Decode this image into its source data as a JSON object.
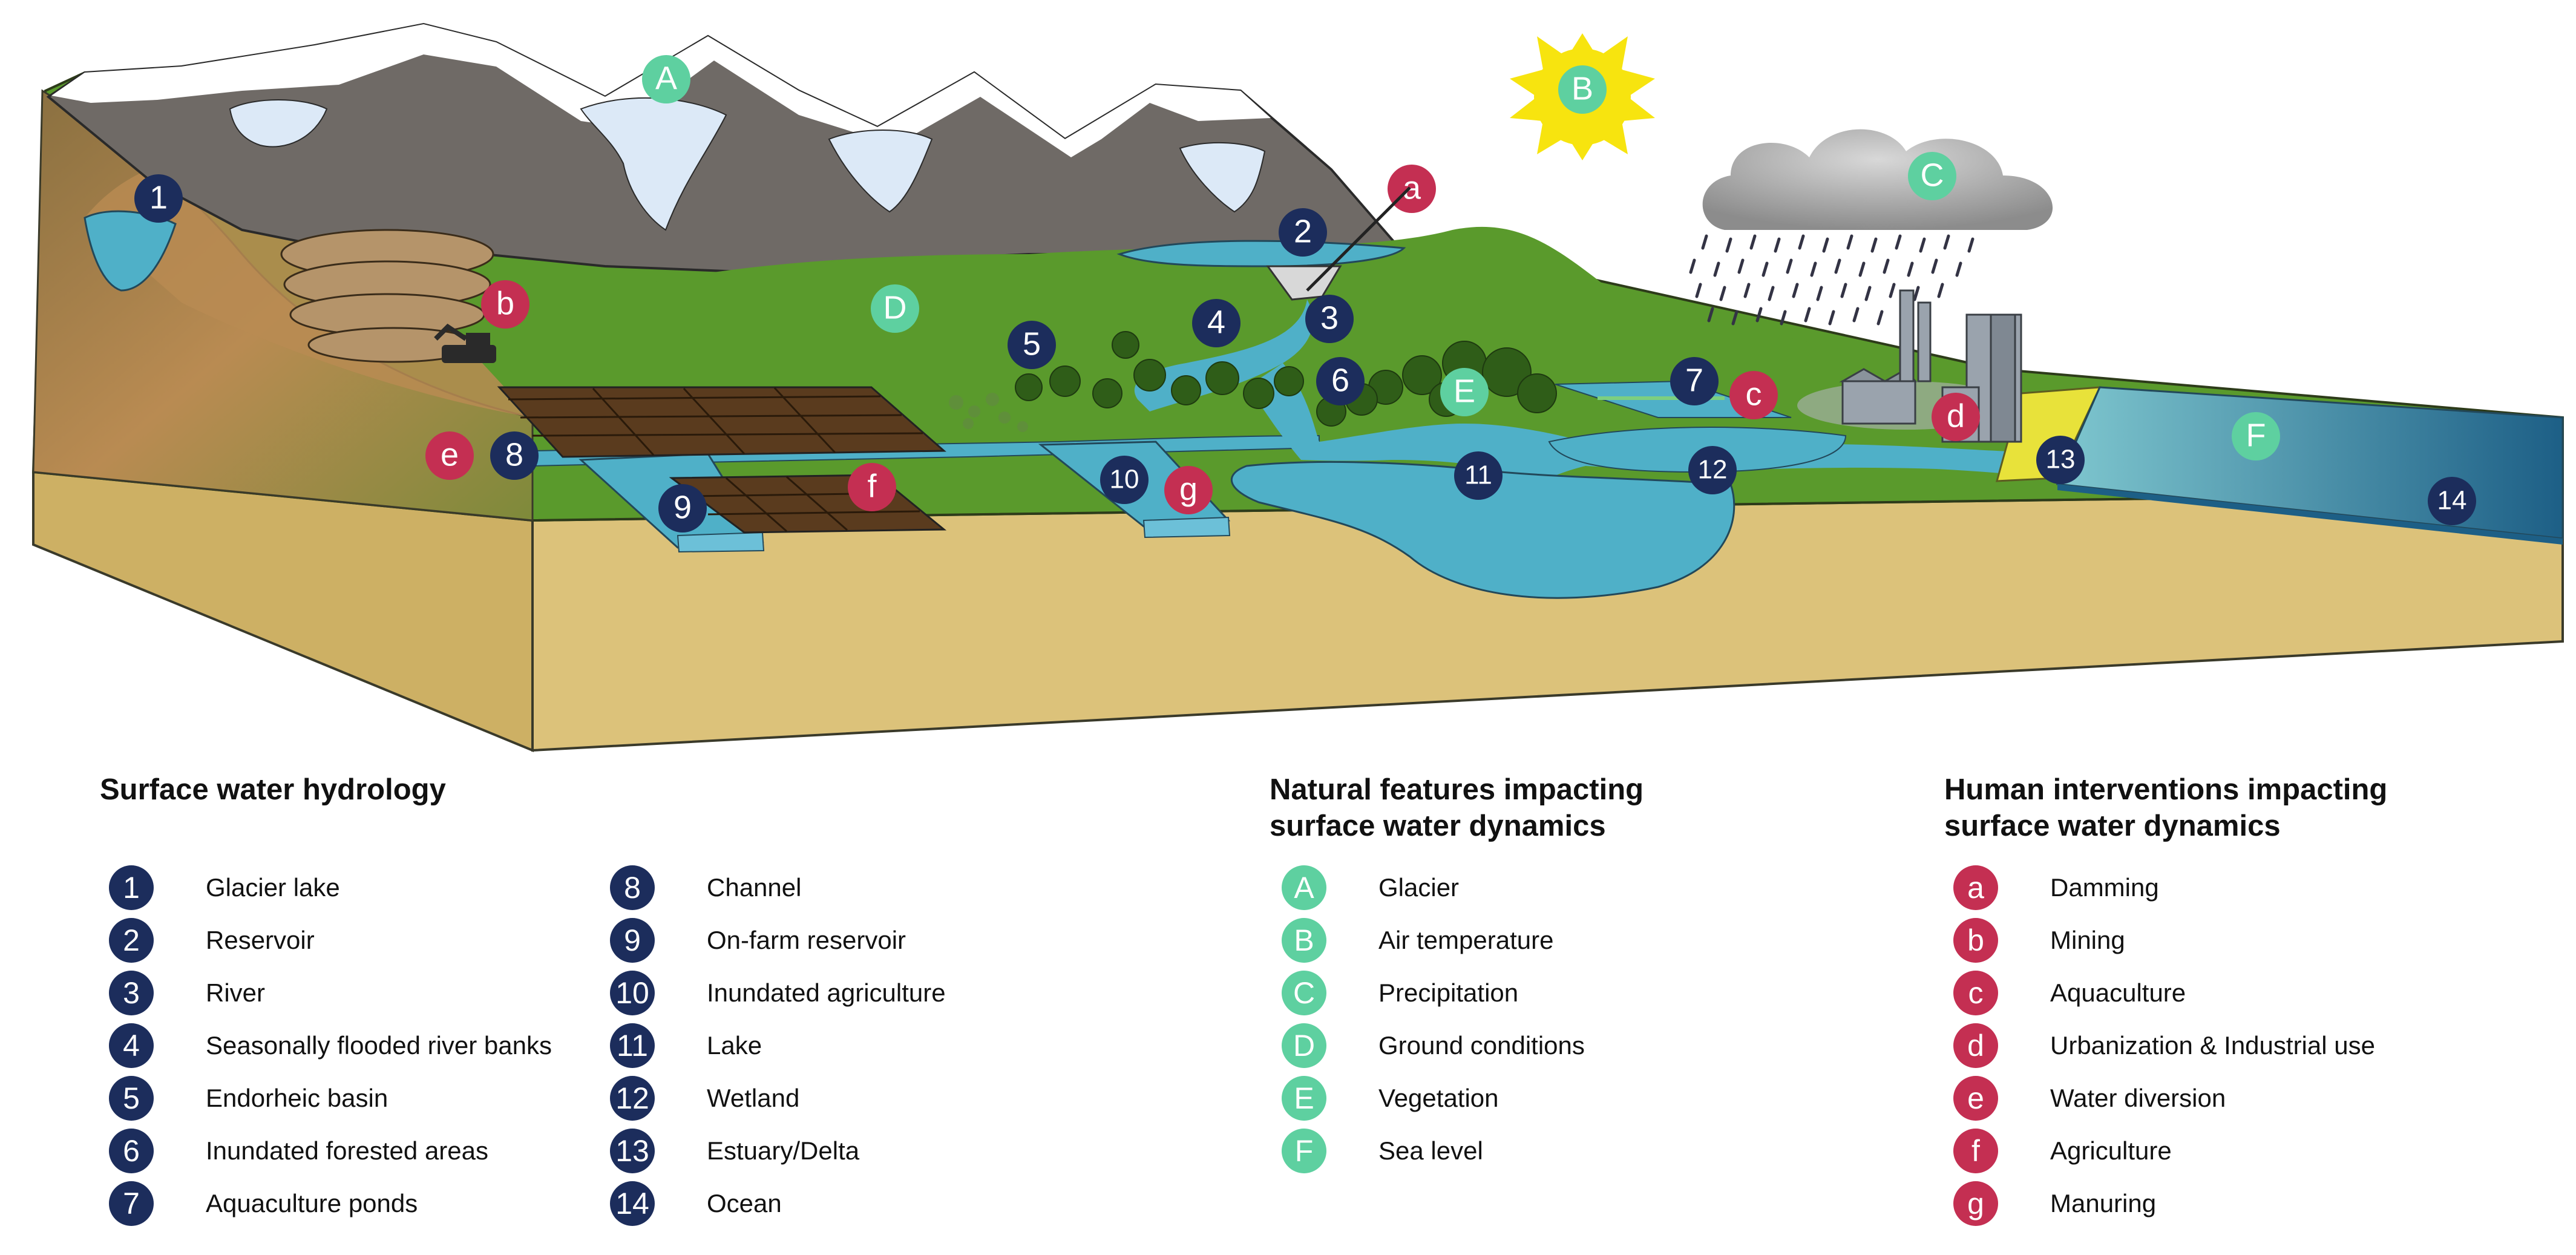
{
  "colors": {
    "hydrology_marker": "#1c2d5c",
    "natural_marker": "#5ed0a0",
    "human_marker": "#c42f52",
    "water": "#4fb0c8",
    "grass": "#5a9a2c",
    "soil": "#dcc27a",
    "mountain": "#6f6a66",
    "snow": "#ffffff",
    "sun": "#f7e40f",
    "cloud": "#9a9a9a"
  },
  "scene": {
    "hydrology_markers": [
      "1",
      "2",
      "3",
      "4",
      "5",
      "6",
      "7",
      "8",
      "9",
      "10",
      "11",
      "12",
      "13",
      "14"
    ],
    "natural_markers": [
      "A",
      "B",
      "C",
      "D",
      "E",
      "F"
    ],
    "human_markers": [
      "a",
      "b",
      "c",
      "d",
      "e",
      "f",
      "g"
    ]
  },
  "legends": {
    "hydrology": {
      "title": "Surface water hydrology",
      "items": [
        {
          "key": "1",
          "label": "Glacier lake"
        },
        {
          "key": "2",
          "label": "Reservoir"
        },
        {
          "key": "3",
          "label": "River"
        },
        {
          "key": "4",
          "label": "Seasonally flooded river banks"
        },
        {
          "key": "5",
          "label": "Endorheic basin"
        },
        {
          "key": "6",
          "label": "Inundated forested areas"
        },
        {
          "key": "7",
          "label": "Aquaculture ponds"
        },
        {
          "key": "8",
          "label": "Channel"
        },
        {
          "key": "9",
          "label": "On-farm reservoir"
        },
        {
          "key": "10",
          "label": "Inundated agriculture"
        },
        {
          "key": "11",
          "label": "Lake"
        },
        {
          "key": "12",
          "label": "Wetland"
        },
        {
          "key": "13",
          "label": "Estuary/Delta"
        },
        {
          "key": "14",
          "label": "Ocean"
        }
      ]
    },
    "natural": {
      "title_line1": "Natural features impacting",
      "title_line2": "surface water dynamics",
      "items": [
        {
          "key": "A",
          "label": "Glacier"
        },
        {
          "key": "B",
          "label": "Air temperature"
        },
        {
          "key": "C",
          "label": "Precipitation"
        },
        {
          "key": "D",
          "label": "Ground conditions"
        },
        {
          "key": "E",
          "label": "Vegetation"
        },
        {
          "key": "F",
          "label": "Sea level"
        }
      ]
    },
    "human": {
      "title_line1": "Human interventions impacting",
      "title_line2": "surface water dynamics",
      "items": [
        {
          "key": "a",
          "label": "Damming"
        },
        {
          "key": "b",
          "label": "Mining"
        },
        {
          "key": "c",
          "label": "Aquaculture"
        },
        {
          "key": "d",
          "label": "Urbanization & Industrial use"
        },
        {
          "key": "e",
          "label": "Water diversion"
        },
        {
          "key": "f",
          "label": "Agriculture"
        },
        {
          "key": "g",
          "label": "Manuring"
        }
      ]
    }
  }
}
